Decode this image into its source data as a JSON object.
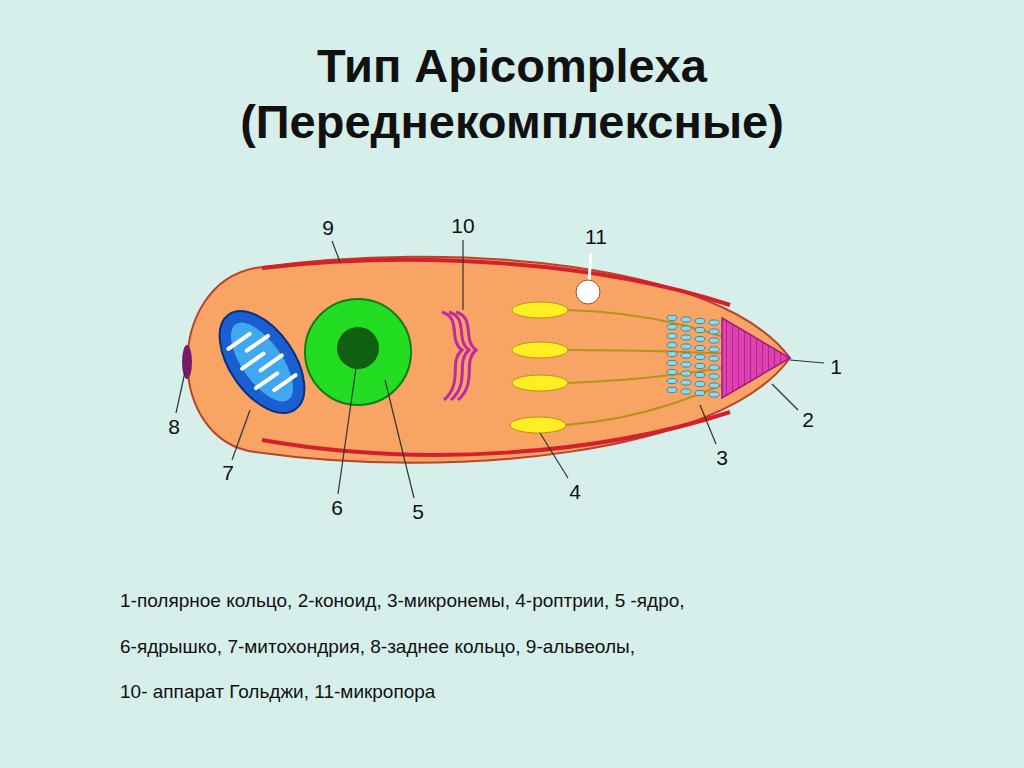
{
  "diagram": {
    "title": "Тип Apicomplexa (Переднекомплексные)",
    "labels": [
      "1",
      "2",
      "3",
      "4",
      "5",
      "6",
      "7",
      "8",
      "9",
      "10",
      "11",
      "1-полярное кольцо, 2-коноид, 3-микронемы, 4-роптрии, 5 -ядро,",
      "6-ядрышко, 7-митохондрия, 8-заднее кольцо, 9-альвеолы,",
      "10- аппарат Гольджи, 11-микропора"
    ]
  }
}
